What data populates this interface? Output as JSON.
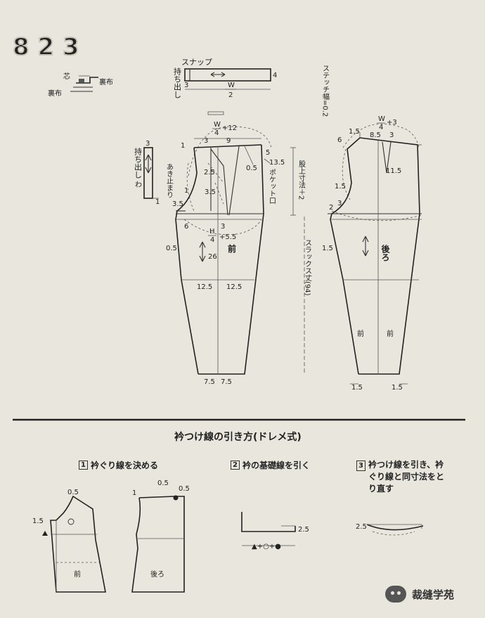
{
  "legend": {
    "shin": "芯",
    "urafu_1": "裏布",
    "urafu_2": "裏布"
  },
  "top_strip": {
    "snap": "スナップ",
    "mochidashi": "持ち出し",
    "dim_left": "3",
    "dim_right": "4",
    "w": "W",
    "denominator": "2"
  },
  "stitch_width": "ステッチ幅=0.2",
  "front": {
    "w_label": "W",
    "w_div": "4",
    "w_plus": "+12",
    "d_1": "1",
    "d_3a": "3",
    "d_9": "9",
    "d_5": "5",
    "d_25": "2.5",
    "d_05a": "0.5",
    "d_135": "13.5",
    "d_1b": "1",
    "d_35a": "3.5",
    "d_35b": "3.5",
    "d_6": "6",
    "d_3b": "3",
    "h_label": "H",
    "h_div": "4",
    "h_plus": "+5.5",
    "d_05b": "0.5",
    "d_26": "26",
    "mae": "前",
    "w_left": "12.5",
    "w_right": "12.5",
    "hem_left": "7.5",
    "hem_right": "7.5",
    "akidomari": "あき止まり",
    "pocket": "ポケット口",
    "waku": "わ",
    "mochidashi_v": "持ち出し",
    "m_3": "3",
    "m_1": "1"
  },
  "measures": {
    "mata": "股上寸法＋2",
    "slacks": "スラックス丈(94)"
  },
  "back": {
    "w_label": "W",
    "w_div": "4",
    "w_plus": "+3",
    "d_15a": "1.5",
    "d_85": "8.5",
    "d_3": "3",
    "d_6": "6",
    "d_115": "11.5",
    "d_15b": "1.5",
    "d_2": "2",
    "d_3b": "3",
    "d_15c": "1.5",
    "ushiro": "後ろ",
    "mae_left": "前",
    "mae_right": "前",
    "hem_left": "1.5",
    "hem_right": "1.5"
  },
  "section_title": "衿つけ線の引き方(ドレメ式)",
  "steps": [
    {
      "num": "1",
      "text": "衿ぐり線を決める"
    },
    {
      "num": "2",
      "text": "衿の基礎線を引く"
    },
    {
      "num": "3",
      "text": "衿つけ線を引き、衿ぐり線と同寸法をとり直す"
    }
  ],
  "step1": {
    "d_05": "0.5",
    "d_15": "1.5",
    "mae": "前"
  },
  "step1b": {
    "d_1": "1",
    "d_05a": "0.5",
    "d_05b": "0.5",
    "ushiro": "後ろ"
  },
  "step2": {
    "d_25": "2.5",
    "formula": "▲+○+●"
  },
  "step3": {
    "d_25": "2.5"
  },
  "watermark": "裁缝学苑"
}
